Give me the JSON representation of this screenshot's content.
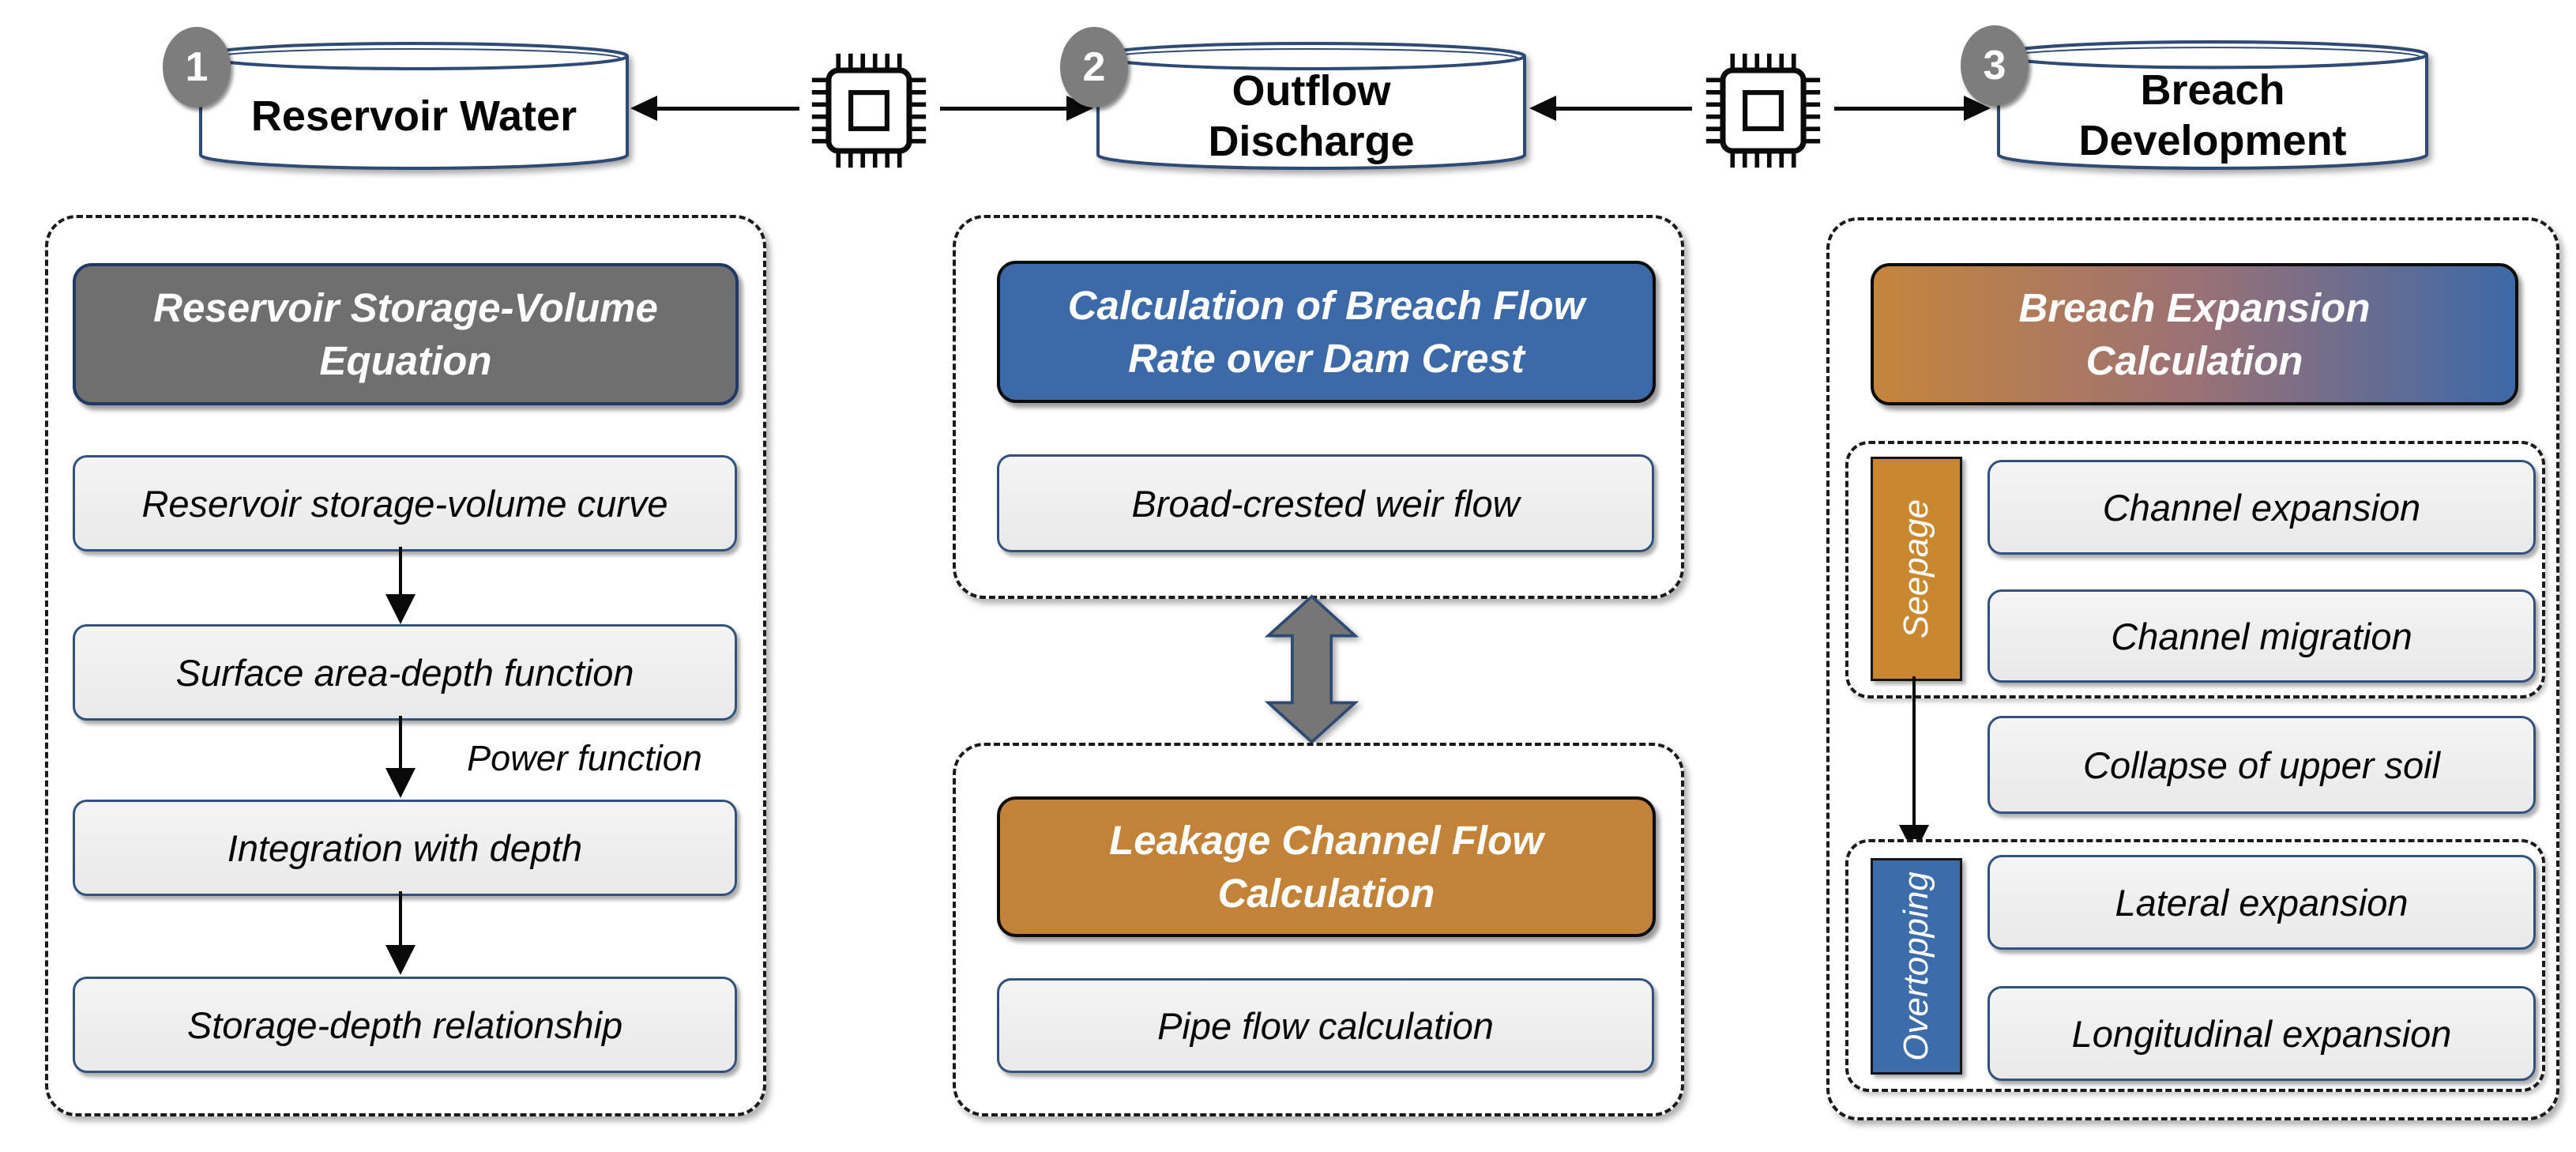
{
  "top": {
    "nodes": [
      {
        "badge": "1",
        "lines": [
          "Reservoir Water"
        ]
      },
      {
        "badge": "2",
        "lines": [
          "Outflow",
          "Discharge"
        ]
      },
      {
        "badge": "3",
        "lines": [
          "Breach",
          "Development"
        ]
      }
    ]
  },
  "reservoir_panel": {
    "header_lines": [
      "Reservoir Storage-Volume",
      "Equation"
    ],
    "steps": [
      "Reservoir storage-volume curve",
      "Surface area-depth function",
      "Integration with depth",
      "Storage-depth relationship"
    ],
    "arrow_label": "Power function"
  },
  "outflow_panel": {
    "weir_header_lines": [
      "Calculation of Breach Flow",
      "Rate over Dam Crest"
    ],
    "weir_step": "Broad-crested weir flow",
    "leakage_header_lines": [
      "Leakage Channel Flow",
      "Calculation"
    ],
    "leakage_step": "Pipe flow calculation"
  },
  "breach_panel": {
    "header_lines": [
      "Breach Expansion",
      "Calculation"
    ],
    "seepage": {
      "label": "Seepage",
      "steps": [
        "Channel expansion",
        "Channel migration"
      ]
    },
    "collapse_step": "Collapse of upper soil",
    "overtopping": {
      "label": "Overtopping",
      "steps": [
        "Lateral expansion",
        "Longitudinal expansion"
      ]
    }
  },
  "colors": {
    "gray_header": "#6f6f6f",
    "blue_header": "#3c69a7",
    "orange_header": "#c28338",
    "gradient_left": "#c5853c",
    "gradient_right": "#3c69a7",
    "seepage_bar": "#c9882f",
    "overtopping_bar": "#3d6cab",
    "step_fill": "#ececec",
    "step_border": "#31517e",
    "cylinder_border": "#2e4a75",
    "badge_fill": "#7d7d7d",
    "double_arrow_fill": "#767676",
    "double_arrow_border": "#2d4a73"
  }
}
